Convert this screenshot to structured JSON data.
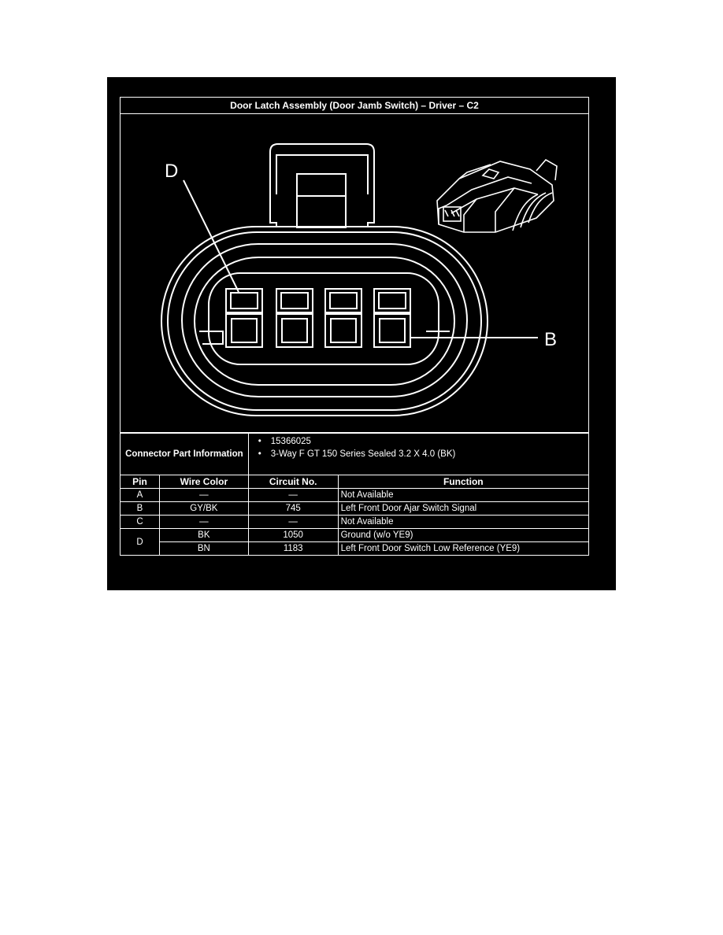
{
  "title": "Door Latch Assembly (Door Jamb Switch) – Driver – C2",
  "callouts": {
    "d": "D",
    "b": "B"
  },
  "connector_info": {
    "label": "Connector Part Information",
    "items": [
      "15366025",
      "3-Way F GT 150 Series Sealed 3.2 X 4.0 (BK)"
    ]
  },
  "table": {
    "headers": [
      "Pin",
      "Wire Color",
      "Circuit No.",
      "Function"
    ],
    "rows": [
      {
        "pin": "A",
        "wire_color": "—",
        "circuit": "—",
        "function": "Not Available"
      },
      {
        "pin": "B",
        "wire_color": "GY/BK",
        "circuit": "745",
        "function": "Left Front Door Ajar Switch Signal"
      },
      {
        "pin": "C",
        "wire_color": "—",
        "circuit": "—",
        "function": "Not Available"
      },
      {
        "pin": "D",
        "wire_color": "BK",
        "circuit": "1050",
        "function": "Ground (w/o YE9)"
      },
      {
        "pin": "",
        "wire_color": "BN",
        "circuit": "1183",
        "function": "Left Front Door Switch Low Reference (YE9)"
      }
    ]
  },
  "colors": {
    "background": "#000000",
    "line": "#ffffff",
    "page": "#ffffff"
  }
}
